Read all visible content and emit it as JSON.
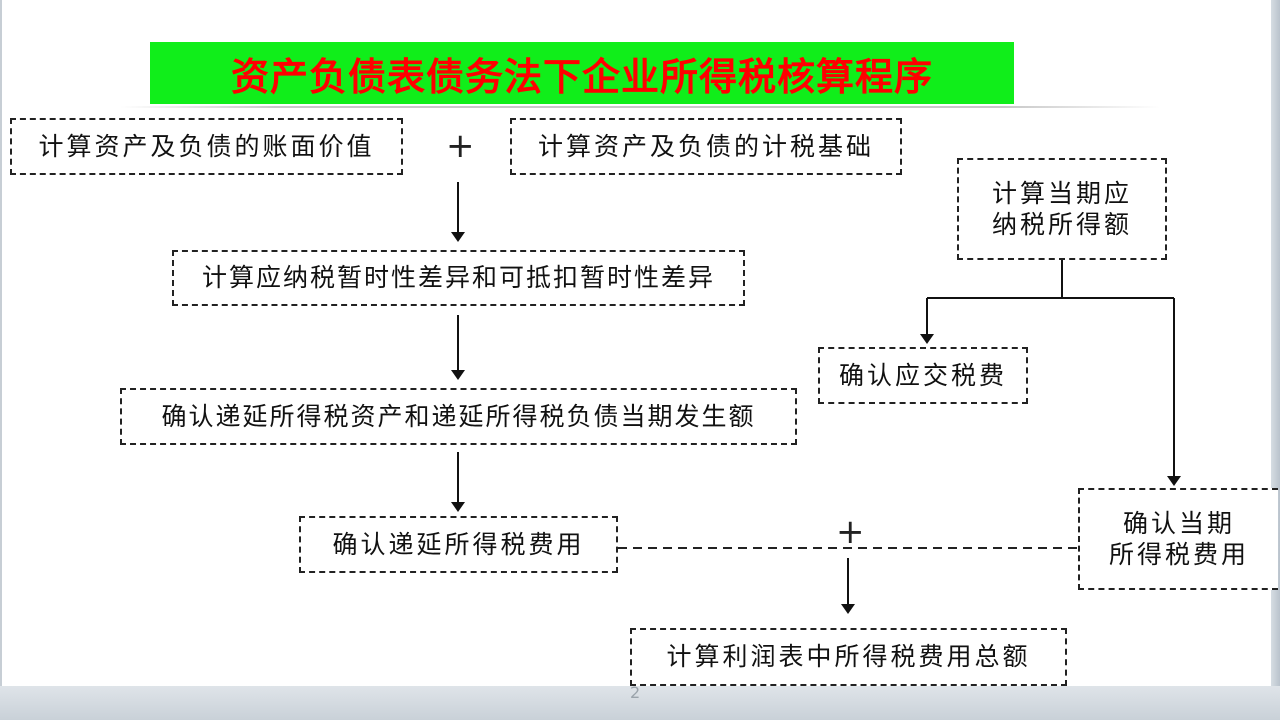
{
  "title": "资产负债表债务法下企业所得税核算程序",
  "boxes": {
    "book_value": "计算资产及负债的账面价值",
    "tax_base": "计算资产及负债的计税基础",
    "temp_diff": "计算应纳税暂时性差异和可抵扣暂时性差异",
    "deferred_amount": "确认递延所得税资产和递延所得税负债当期发生额",
    "deferred_expense": "确认递延所得税费用",
    "current_taxable_line1": "计算当期应",
    "current_taxable_line2": "纳税所得额",
    "payable_tax": "确认应交税费",
    "current_expense_line1": "确认当期",
    "current_expense_line2": "所得税费用",
    "total_expense": "计算利润表中所得税费用总额"
  },
  "operators": {
    "plus_top": "+",
    "plus_bottom": "+"
  },
  "page_number": "2",
  "colors": {
    "title_bg": "#10ee1a",
    "title_text": "#ff0000"
  }
}
